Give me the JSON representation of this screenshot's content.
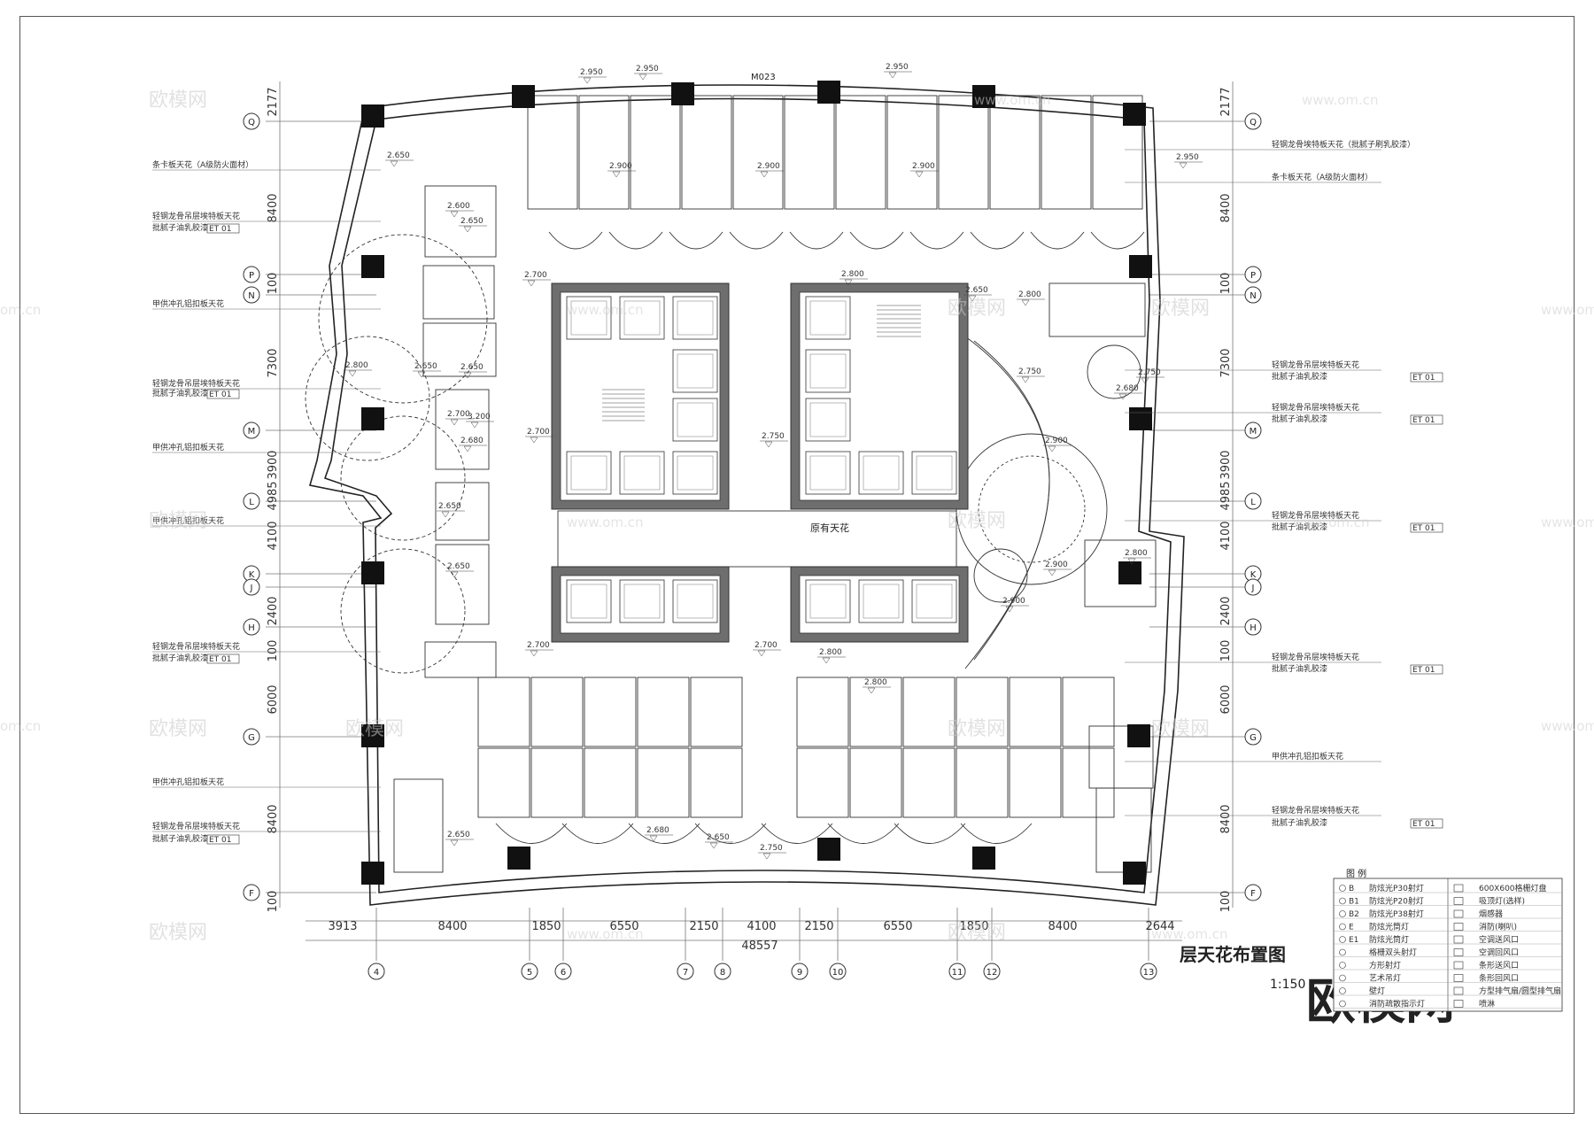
{
  "drawing": {
    "title": "层天花布置图",
    "scale": "1:150",
    "top_label": "M023"
  },
  "watermarks": {
    "brand": "欧模网",
    "site": "www.om.cn",
    "site_short": "om.cn",
    "corner_brand": "欧模网"
  },
  "grid": {
    "rows_left": [
      "Q",
      "P",
      "N",
      "M",
      "L",
      "K",
      "J",
      "H",
      "G",
      "F"
    ],
    "rows_right": [
      "Q",
      "P",
      "N",
      "M",
      "L",
      "K",
      "J",
      "H",
      "G",
      "F"
    ],
    "columns": [
      "4",
      "5",
      "6",
      "7",
      "8",
      "9",
      "10",
      "11",
      "12",
      "13"
    ],
    "vertical_dims_left": [
      "2177",
      "8400",
      "100",
      "7300",
      "3900",
      "4985",
      "4100",
      "2400",
      "100",
      "6000",
      "8400",
      "100"
    ],
    "vertical_dims_right": [
      "2177",
      "8400",
      "100",
      "7300",
      "3900",
      "4985",
      "4100",
      "2400",
      "100",
      "6000",
      "8400",
      "100"
    ],
    "horizontal_dims": [
      "3913",
      "8400",
      "1850",
      "6550",
      "2150",
      "4100",
      "2150",
      "6550",
      "1850",
      "8400",
      "2644"
    ],
    "total_width": "48557"
  },
  "left_notes": [
    "条卡板天花（A级防火面材）",
    "轻钢龙骨吊层埃特板天花",
    "批腻子油乳胶漆",
    "ET 01",
    "甲供冲孔铝扣板天花",
    "轻钢龙骨吊层埃特板天花",
    "批腻子油乳胶漆",
    "ET 01",
    "甲供冲孔铝扣板天花",
    "甲供冲孔铝扣板天花",
    "轻钢龙骨吊层埃特板天花",
    "批腻子油乳胶漆",
    "ET 01",
    "甲供冲孔铝扣板天花",
    "轻钢龙骨吊层埃特板天花",
    "批腻子油乳胶漆",
    "ET 01"
  ],
  "right_notes": [
    "轻钢龙骨埃特板天花（批腻子刷乳胶漆）",
    "条卡板天花（A级防火面材）",
    "轻钢龙骨吊层埃特板天花",
    "批腻子油乳胶漆",
    "ET 01",
    "轻钢龙骨吊层埃特板天花",
    "批腻子油乳胶漆",
    "ET 01",
    "轻钢龙骨吊层埃特板天花",
    "批腻子油乳胶漆",
    "ET 01",
    "轻钢龙骨吊层埃特板天花",
    "批腻子油乳胶漆",
    "ET 01",
    "甲供冲孔铝扣板天花",
    "轻钢龙骨吊层埃特板天花",
    "批腻子油乳胶漆",
    "ET 01"
  ],
  "heights": [
    "2.950",
    "2.950",
    "2.950",
    "2.900",
    "2.900",
    "2.900",
    "2.950",
    "2.650",
    "2.600",
    "2.650",
    "2.650",
    "2.800",
    "2.650",
    "2.700",
    "3.200",
    "2.650",
    "2.680",
    "2.700",
    "2.700",
    "2.650",
    "2.750",
    "2.800",
    "2.900",
    "2.750",
    "2.900",
    "2.900",
    "2.700",
    "2.700",
    "2.800",
    "2.800",
    "2.650",
    "2.800",
    "2.750",
    "2.680",
    "2.650",
    "2.650",
    "2.750",
    "2.680",
    "2.800"
  ],
  "center_label": "原有天花",
  "legend": {
    "heading": "图 例",
    "left_items": [
      {
        "code": "B",
        "text": "防炫光P30射灯"
      },
      {
        "code": "B1",
        "text": "防炫光P20射灯"
      },
      {
        "code": "B2",
        "text": "防炫光P38射灯"
      },
      {
        "code": "E",
        "text": "防炫光筒灯"
      },
      {
        "code": "E1",
        "text": "防炫光筒灯"
      },
      {
        "code": "",
        "text": "格栅双头射灯"
      },
      {
        "code": "",
        "text": "方形射灯"
      },
      {
        "code": "",
        "text": "艺术吊灯"
      },
      {
        "code": "",
        "text": "壁灯"
      },
      {
        "code": "",
        "text": "消防疏散指示灯"
      }
    ],
    "right_items": [
      "600X600格栅灯盘",
      "吸顶灯(选样)",
      "烟感器",
      "消防(喇叭)",
      "空调送风口",
      "空调回风口",
      "条形送风口",
      "条形回风口",
      "方型排气扇/圆型排气扇",
      "喷淋"
    ]
  }
}
